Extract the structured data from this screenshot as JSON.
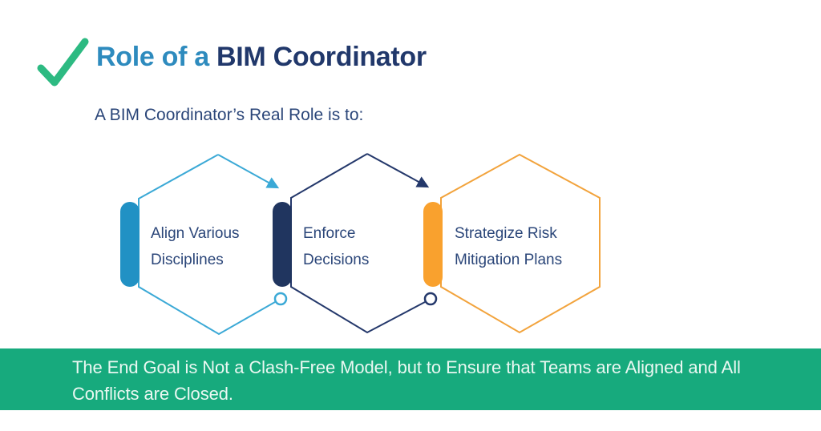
{
  "header": {
    "title_part1": "Role of a ",
    "title_part2": "BIM Coordinator",
    "subtitle": "A BIM Coordinator’s Real Role is to:"
  },
  "hexagons": [
    {
      "label": "Align Various Disciplines",
      "colors": {
        "outline": "#3BA9D6",
        "capsule": "#2191C4"
      }
    },
    {
      "label": "Enforce Decisions",
      "colors": {
        "outline": "#24386B",
        "capsule": "#20355F"
      }
    },
    {
      "label": "Strategize Risk Mitigation Plans",
      "colors": {
        "outline": "#F2A33C",
        "capsule": "#F9A12E"
      }
    }
  ],
  "banner": {
    "text": "The End Goal is Not a Clash-Free Model, but to Ensure that Teams are Aligned and All Conflicts are Closed."
  },
  "colors": {
    "check_green": "#2DBA82",
    "title_teal": "#2E8BBE",
    "title_navy": "#21386B",
    "body_text_navy": "#2B4679",
    "banner_background": "#17AA7D",
    "banner_text": "#EAF8F2"
  }
}
